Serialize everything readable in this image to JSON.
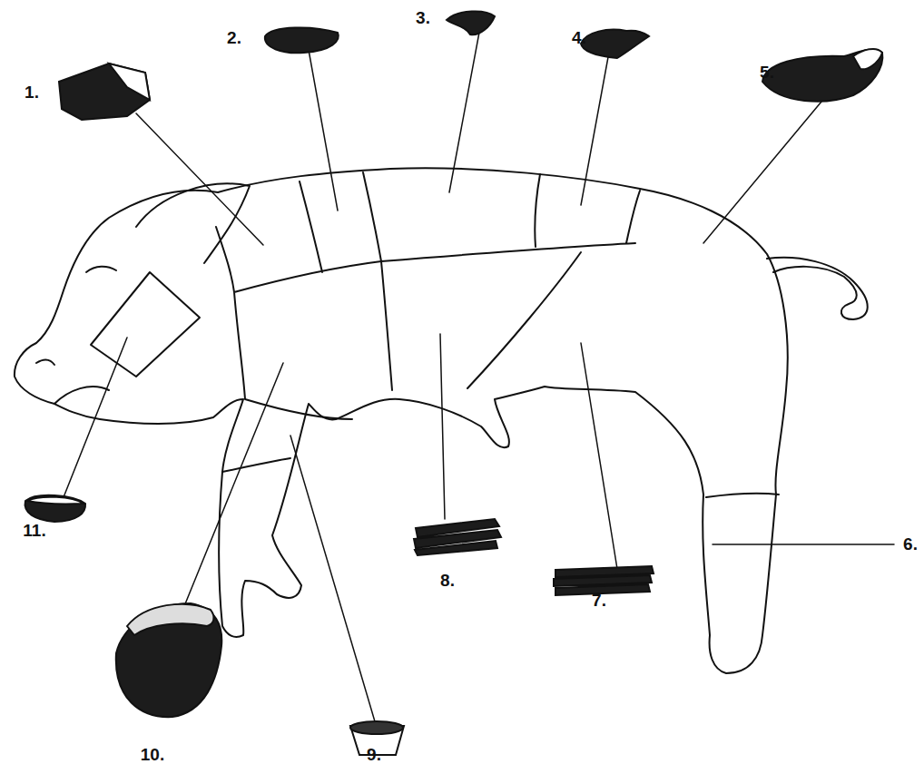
{
  "diagram": {
    "labels": [
      "1.",
      "2.",
      "3.",
      "4.",
      "5.",
      "6.",
      "7.",
      "8.",
      "9.",
      "10.",
      "11."
    ]
  }
}
